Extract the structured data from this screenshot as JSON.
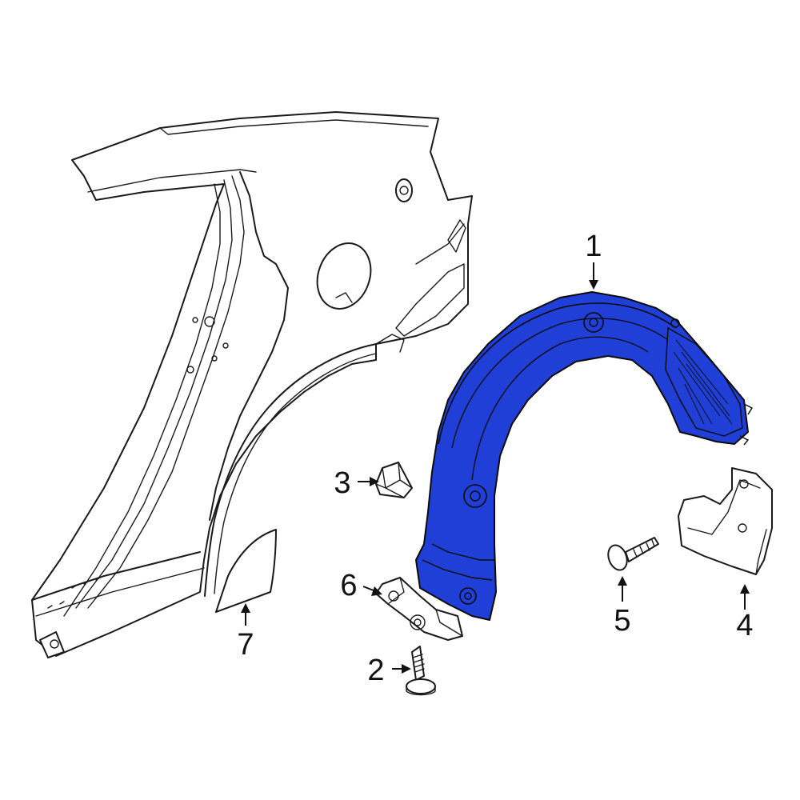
{
  "diagram": {
    "highlight_color": "#1f3fd6",
    "line_color": "#1a1a1a",
    "background": "#ffffff"
  },
  "callouts": {
    "c1": "1",
    "c2": "2",
    "c3": "3",
    "c4": "4",
    "c5": "5",
    "c6": "6",
    "c7": "7"
  }
}
